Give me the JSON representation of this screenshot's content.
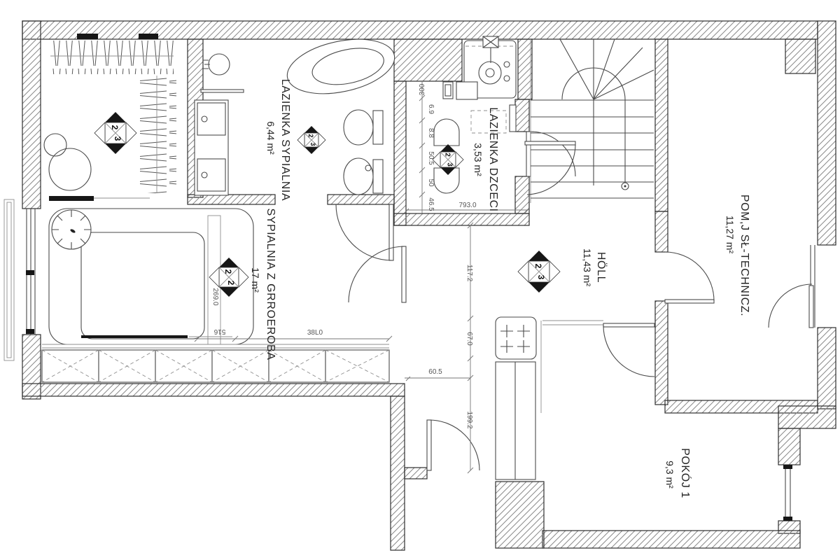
{
  "plan": {
    "type": "architectural-floor-plan",
    "rooms": [
      {
        "id": "bathroom_master",
        "label": "LAZIENKA SYPIALNIA",
        "area": "6,44 m²"
      },
      {
        "id": "bathroom_kids",
        "label": "LAZIENKA DZCECI",
        "area": "3,53 m²"
      },
      {
        "id": "bedroom",
        "label": "SYPIALNIA Z GRROEROBA",
        "area": "17 m²"
      },
      {
        "id": "hall",
        "label": "HÖLL",
        "area": "11,43 m²"
      },
      {
        "id": "technical",
        "label": "POM,J SŁ-TECHNICZ.",
        "area": "11,27 m²"
      },
      {
        "id": "room1",
        "label": "POKÓJ 1",
        "area": "9,3 m²"
      }
    ],
    "dimensions": {
      "corridor": "793.0",
      "hall_v1": "117.2",
      "hall_v2": "67.0",
      "hall_h": "60.5",
      "hall_v3": "199.2",
      "bedroom_v": "269.0",
      "bedroom_h1": "516",
      "bedroom_h2": "38L0",
      "kids_top": "300",
      "kids_c1": "6.9",
      "kids_c2": "8.8",
      "kids_c3": "50.5",
      "kids_c4": "50",
      "kids_c5": "46.5"
    },
    "markers": [
      {
        "id": "closet",
        "n1": "2",
        "n2": "3"
      },
      {
        "id": "bath",
        "n1": "2",
        "n2": "3"
      },
      {
        "id": "kids",
        "n1": "2",
        "n2": "3"
      },
      {
        "id": "bedroom",
        "n1": "2",
        "n2": "2"
      },
      {
        "id": "hall",
        "n1": "2",
        "n2": "3"
      }
    ],
    "colors": {
      "line": "#4a4a4a",
      "wall_hatch": "#8a8a8a",
      "text": "#232323",
      "dim_text": "#555555"
    }
  }
}
